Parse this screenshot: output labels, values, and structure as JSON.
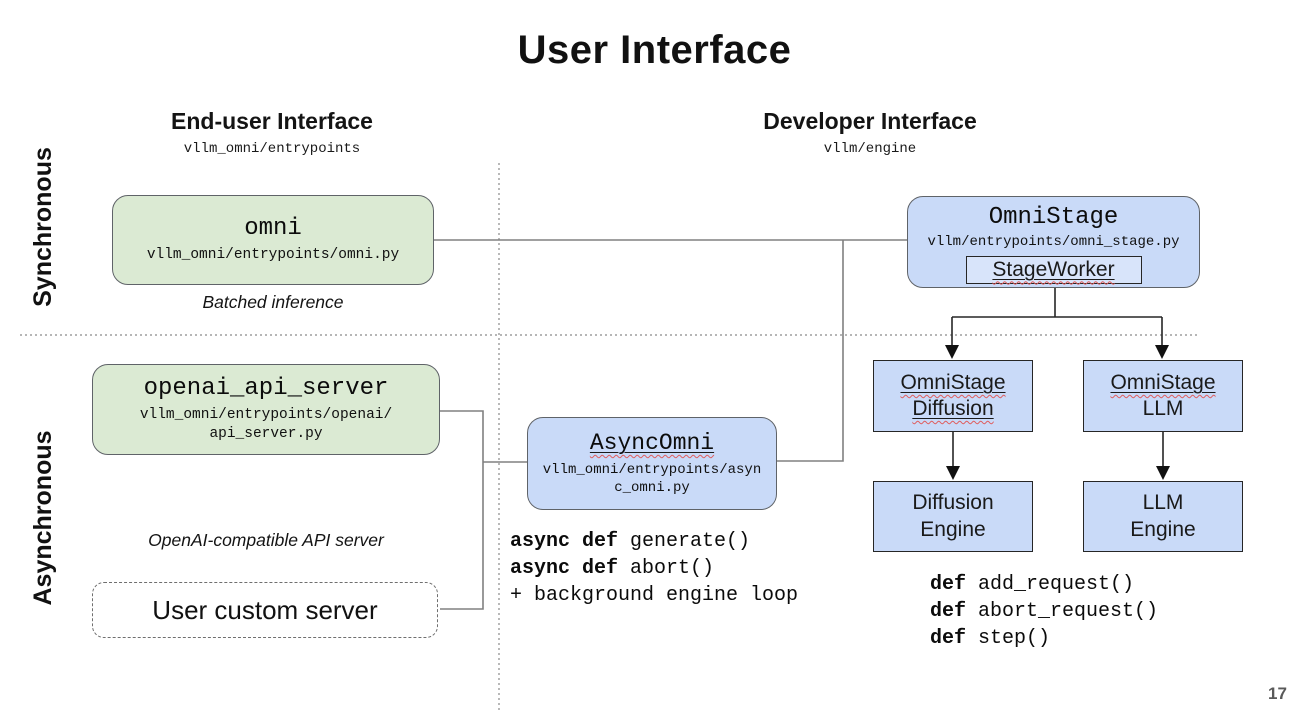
{
  "page": {
    "title": "User Interface",
    "page_number": "17"
  },
  "colors": {
    "green_fill": "#dbead3",
    "blue_fill": "#c9daf8",
    "border_gray": "#5f6368",
    "squiggle_red": "#e05c5c",
    "connector_gray": "#808080",
    "tree_black": "#262626"
  },
  "sections": {
    "end_user": {
      "title": "End-user Interface",
      "subtitle": "vllm_omni/entrypoints"
    },
    "developer": {
      "title": "Developer Interface",
      "subtitle": "vllm/engine"
    },
    "sync_label": "Synchronous",
    "async_label": "Asynchronous"
  },
  "boxes": {
    "omni": {
      "title": "omni",
      "path": "vllm_omni/entrypoints/omni.py",
      "caption": "Batched inference"
    },
    "openai_api_server": {
      "title": "openai_api_server",
      "path_line1": "vllm_omni/entrypoints/openai/",
      "path_line2": "api_server.py",
      "caption": "OpenAI-compatible API server"
    },
    "user_custom_server": {
      "title": "User custom server"
    },
    "async_omni": {
      "title": "AsyncOmni",
      "path_line1": "vllm_omni/entrypoints/asyn",
      "path_line2": "c_omni.py"
    },
    "omni_stage": {
      "title": "OmniStage",
      "path": "vllm/entrypoints/omni_stage.py",
      "worker": "StageWorker"
    },
    "omni_stage_diffusion": {
      "line1": "OmniStage",
      "line2": "Diffusion"
    },
    "omni_stage_llm": {
      "line1": "OmniStage",
      "line2": "LLM"
    },
    "diffusion_engine": {
      "line1": "Diffusion",
      "line2": "Engine"
    },
    "llm_engine": {
      "line1": "LLM",
      "line2": "Engine"
    }
  },
  "code": {
    "async_methods": [
      {
        "keyword": "async def",
        "rest": " generate()"
      },
      {
        "keyword": "async def",
        "rest": " abort()"
      },
      {
        "keyword": "",
        "rest": "+ background engine loop"
      }
    ],
    "sync_methods": [
      {
        "keyword": "def",
        "rest": " add_request()"
      },
      {
        "keyword": "def",
        "rest": " abort_request()"
      },
      {
        "keyword": "def",
        "rest": " step()"
      }
    ]
  }
}
